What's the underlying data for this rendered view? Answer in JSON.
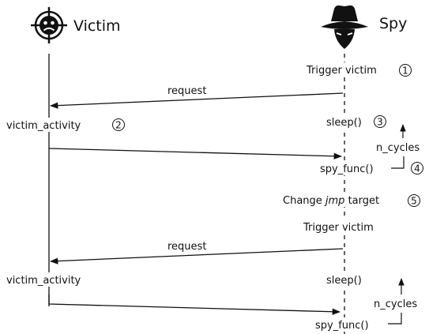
{
  "actors": {
    "victim": {
      "name": "Victim",
      "icon": "sad-face-target-icon"
    },
    "spy": {
      "name": "Spy",
      "icon": "spy-icon"
    }
  },
  "steps": {
    "trigger1": {
      "label": "Trigger victim",
      "marker": "1"
    },
    "request1": "request",
    "victim_activity1": {
      "label": "victim_activity",
      "marker": "2"
    },
    "sleep1": {
      "label": "sleep()",
      "marker": "3"
    },
    "n_cycles1": "n_cycles",
    "spy_func1": {
      "label": "spy_func()",
      "marker": "4"
    },
    "change_jmp": {
      "prefix": "Change ",
      "italic": "jmp",
      "suffix": " target",
      "marker": "5"
    },
    "trigger2": "Trigger victim",
    "request2": "request",
    "victim_activity2": "victim_activity",
    "sleep2": "sleep()",
    "n_cycles2": "n_cycles",
    "spy_func2": "spy_func()"
  },
  "colors": {
    "line": "#111111",
    "background": "#ffffff"
  }
}
